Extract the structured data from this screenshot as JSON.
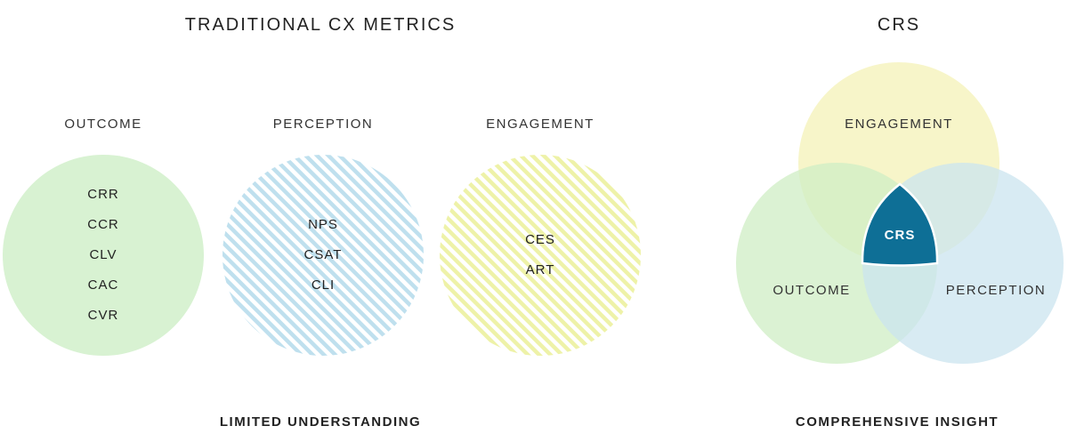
{
  "traditional": {
    "title": "TRADITIONAL CX METRICS",
    "footer": "LIMITED UNDERSTANDING",
    "groups": [
      {
        "label": "OUTCOME",
        "metrics": [
          "CRR",
          "CCR",
          "CLV",
          "CAC",
          "CVR"
        ],
        "fill": "#d8f2d2",
        "pattern": "solid"
      },
      {
        "label": "PERCEPTION",
        "metrics": [
          "NPS",
          "CSAT",
          "CLI"
        ],
        "fill": "#bfe0ee",
        "pattern": "hatched"
      },
      {
        "label": "ENGAGEMENT",
        "metrics": [
          "CES",
          "ART"
        ],
        "fill": "#eef2a8",
        "pattern": "hatched"
      }
    ]
  },
  "crs": {
    "title": "CRS",
    "footer": "COMPREHENSIVE INSIGHT",
    "center_label": "CRS",
    "center_color": "#0e6f96",
    "circles": [
      {
        "label": "ENGAGEMENT",
        "fill": "#f6f4c4"
      },
      {
        "label": "OUTCOME",
        "fill": "#d6efcc"
      },
      {
        "label": "PERCEPTION",
        "fill": "#d3e8f0"
      }
    ]
  }
}
